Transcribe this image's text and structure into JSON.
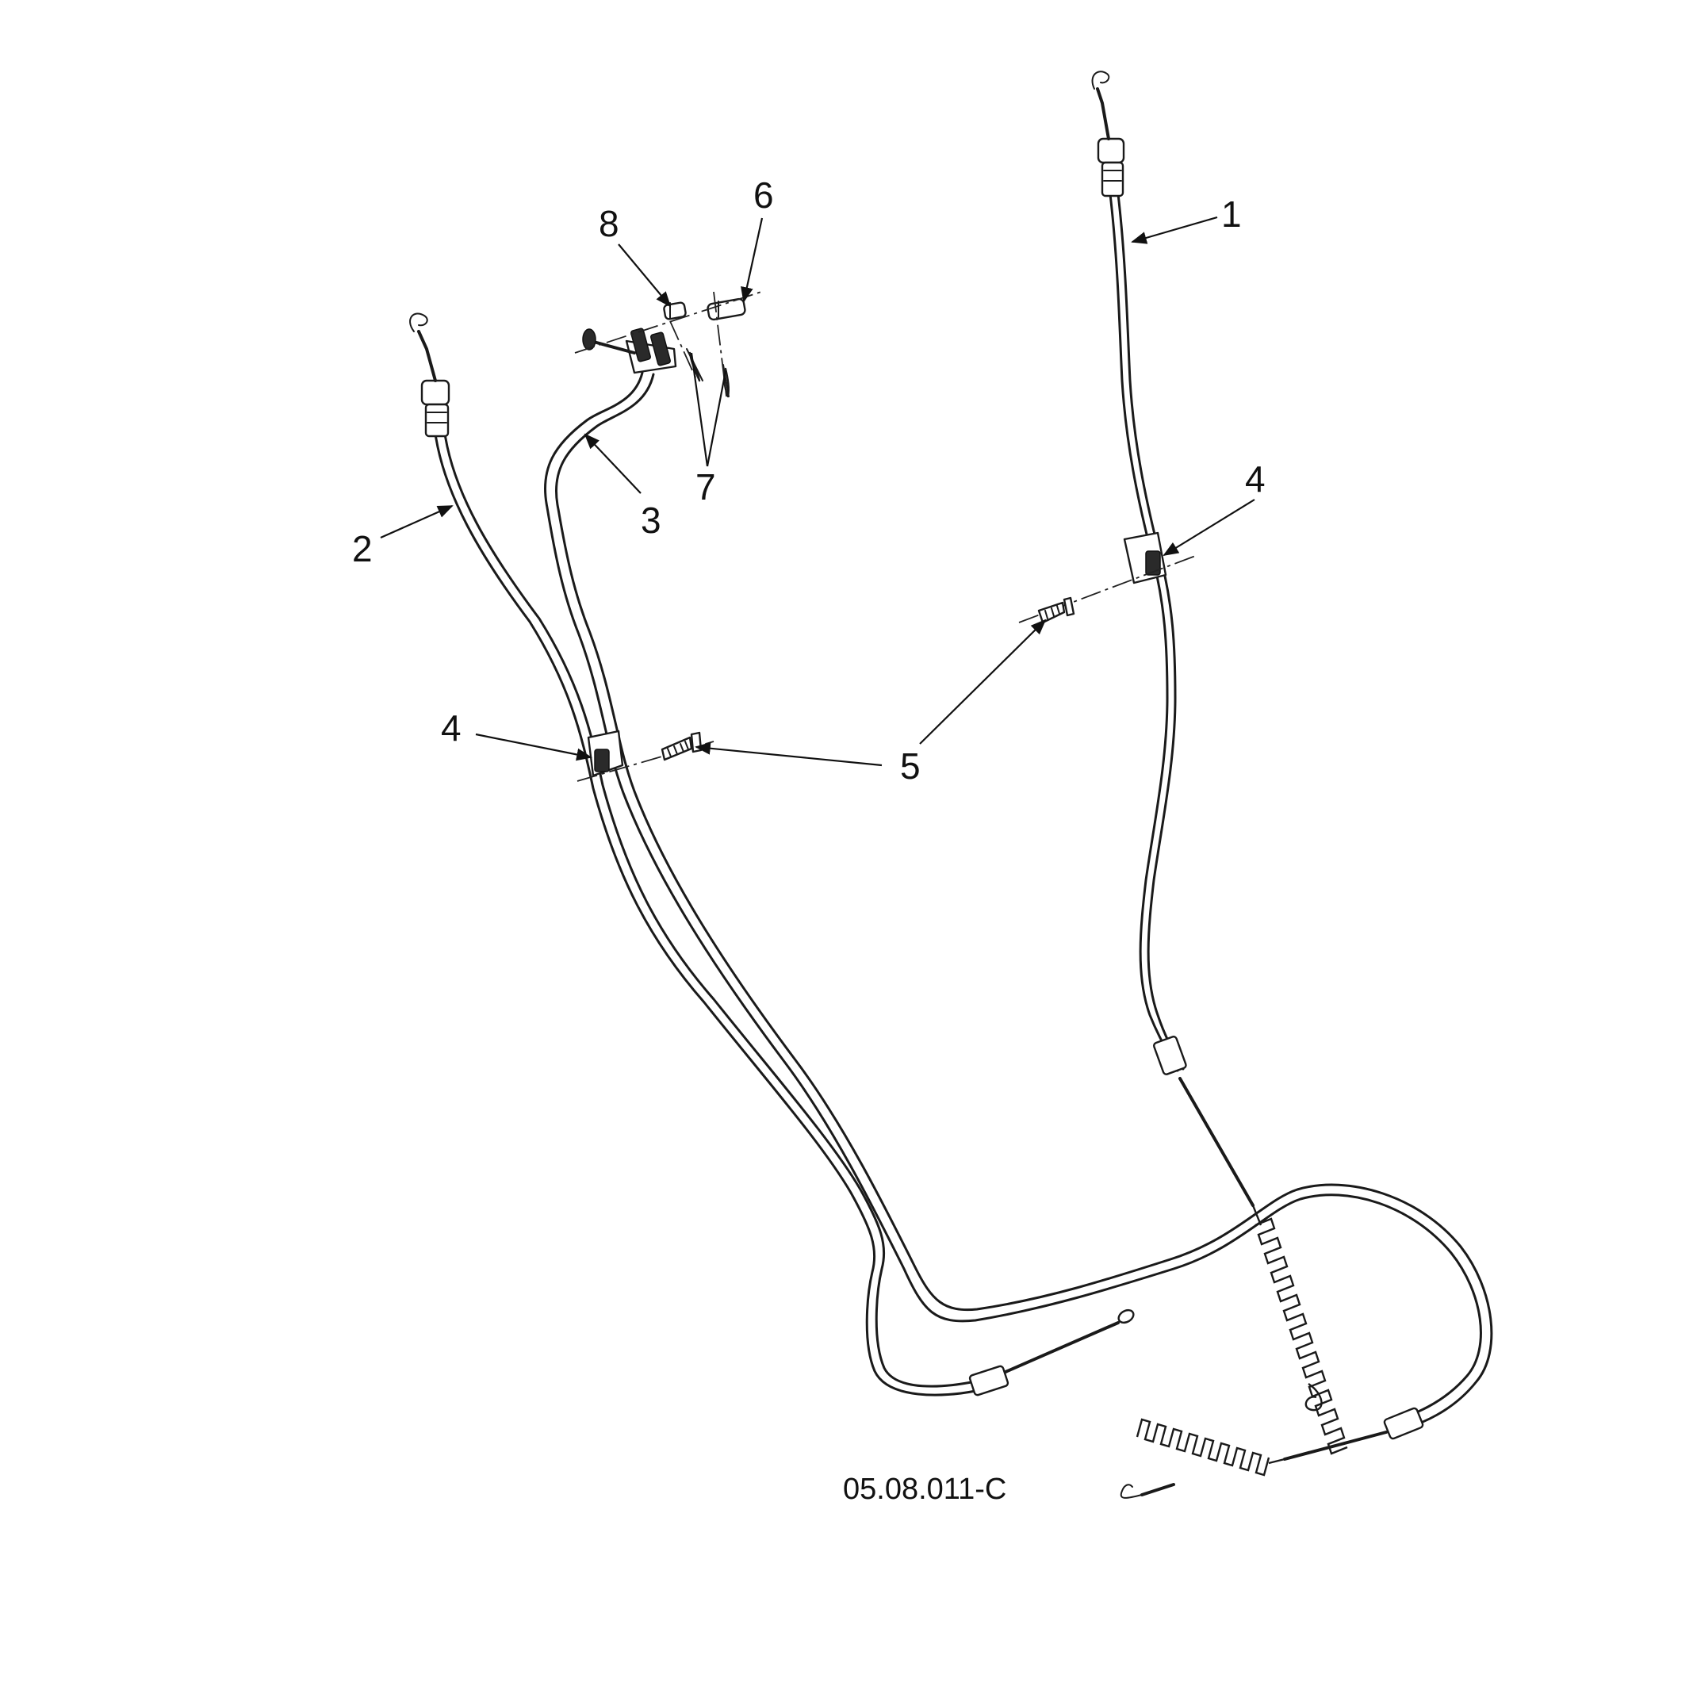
{
  "callouts": {
    "c1": "1",
    "c2": "2",
    "c3": "3",
    "c4a": "4",
    "c4b": "4",
    "c5": "5",
    "c6": "6",
    "c7": "7",
    "c8": "8"
  },
  "drawing_code": "05.08.011-C"
}
